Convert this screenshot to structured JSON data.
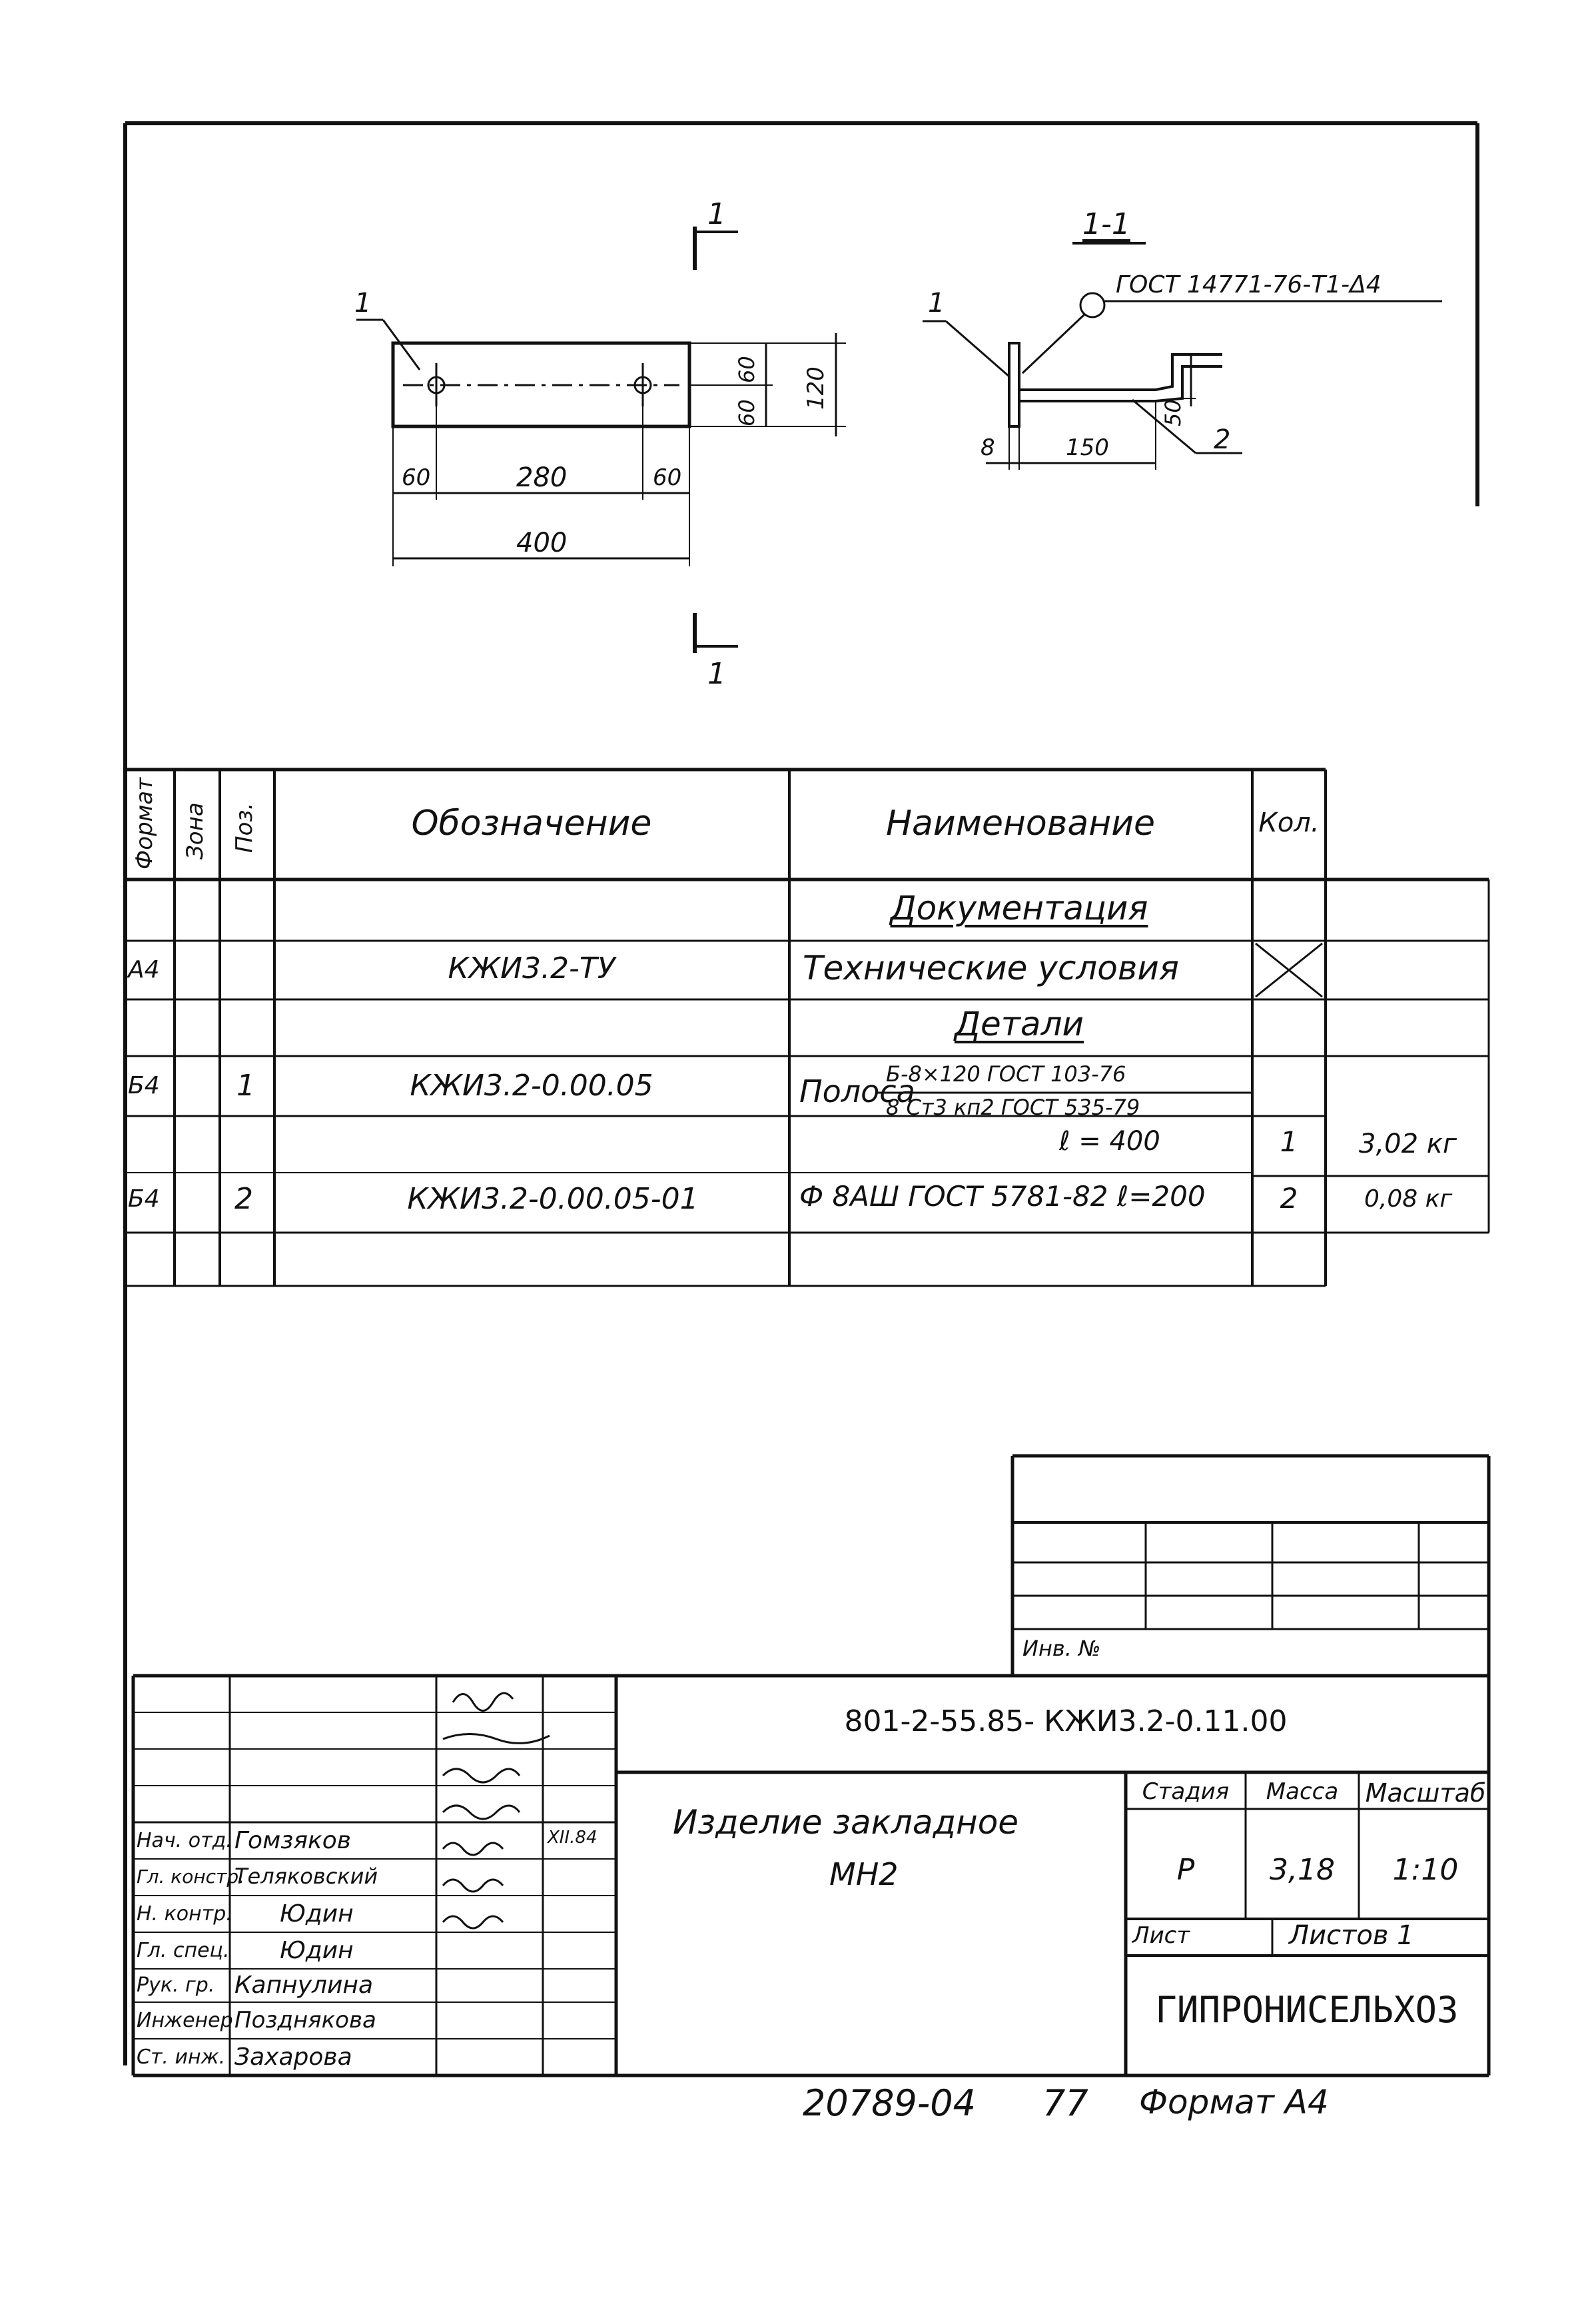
{
  "drawing": {
    "section_label_top": "1",
    "section_label_bottom": "1",
    "section_title": "1-1",
    "pos1_left": "1",
    "pos1_section": "1",
    "pos2_section": "2",
    "weld_spec": "ГОСТ 14771-76-Т1-Δ4",
    "dims": {
      "d60a": "60",
      "d280": "280",
      "d60b": "60",
      "d400": "400",
      "v60a": "60",
      "v60b": "60",
      "v120": "120",
      "s8": "8",
      "s150": "150",
      "s50": "50"
    }
  },
  "spec_table": {
    "headers": {
      "format": "Формат",
      "zone": "Зона",
      "pos": "Поз.",
      "designation": "Обозначение",
      "name": "Наименование",
      "qty": "Кол."
    },
    "section_doc": "Документация",
    "row_doc": {
      "format": "А4",
      "designation": "КЖИ3.2-ТУ",
      "name": "Технические условия"
    },
    "section_parts": "Детали",
    "row1": {
      "format": "Б4",
      "pos": "1",
      "designation": "КЖИ3.2-0.00.05",
      "name_prefix": "Полоса",
      "name_numerator": "Б-8×120 ГОСТ 103-76",
      "name_denominator": "8 Ст3 кп2 ГОСТ 535-79",
      "length": "ℓ = 400",
      "qty": "1",
      "mass": "3,02 кг"
    },
    "row2": {
      "format": "Б4",
      "pos": "2",
      "designation": "КЖИ3.2-0.00.05-01",
      "name": "Ф 8АШ ГОСТ 5781-82 ℓ=200",
      "qty": "2",
      "mass": "0,08 кг"
    }
  },
  "stamp": {
    "inv_label": "Инв. №",
    "code": "801-2-55.85- КЖИ3.2-0.11.00",
    "title_line1": "Изделие закладное",
    "title_line2": "МН2",
    "stage_label": "Стадия",
    "mass_label": "Масса",
    "scale_label": "Масштаб",
    "stage": "Р",
    "mass": "3,18",
    "scale": "1:10",
    "sheet_label": "Лист",
    "sheets_label": "Листов 1",
    "org": "ГИПРОНИСЕЛЬХОЗ",
    "signature_date": "XII.84",
    "people": [
      {
        "role": "Нач. отд.",
        "name": "Гомзяков"
      },
      {
        "role": "Гл. констр.",
        "name": "Теляковский"
      },
      {
        "role": "Н. контр.",
        "name": "Юдин"
      },
      {
        "role": "Гл. спец.",
        "name": "Юдин"
      },
      {
        "role": "Рук. гр.",
        "name": "Капнулина"
      },
      {
        "role": "Инженер",
        "name": "Позднякова"
      },
      {
        "role": "Ст. инж.",
        "name": "Захарова"
      }
    ]
  },
  "footer": {
    "number": "20789-04",
    "page": "77",
    "format": "Формат А4"
  }
}
